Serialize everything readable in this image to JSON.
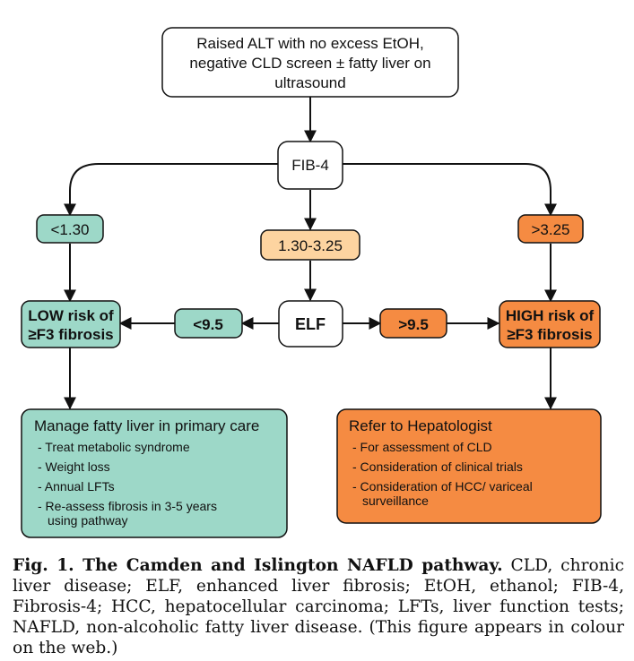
{
  "colors": {
    "low": "#9dd8c8",
    "mid": "#fdd4a0",
    "high": "#f58b42",
    "white": "#ffffff",
    "stroke": "#111111"
  },
  "nodes": {
    "start": [
      "Raised ALT with no excess EtOH,",
      "negative CLD screen ± fatty liver on",
      "ultrasound"
    ],
    "fib4": "FIB-4",
    "low_cut": "<1.30",
    "mid_range": "1.30-3.25",
    "high_cut": ">3.25",
    "elf": "ELF",
    "elf_low": "<9.5",
    "elf_high": ">9.5",
    "low_risk": [
      "LOW risk of",
      "≥F3 fibrosis"
    ],
    "high_risk": [
      "HIGH risk of",
      "≥F3 fibrosis"
    ],
    "primary_care": {
      "title": "Manage fatty liver in primary care",
      "items": [
        "- Treat metabolic syndrome",
        "- Weight loss",
        "- Annual LFTs",
        "- Re-assess fibrosis in 3-5 years",
        "using pathway"
      ]
    },
    "hepatologist": {
      "title": "Refer to Hepatologist",
      "items": [
        "- For assessment of CLD",
        "- Consideration of clinical trials",
        "- Consideration of HCC/ variceal",
        "surveillance"
      ]
    }
  },
  "caption": {
    "label": "Fig. 1. The Camden and Islington NAFLD pathway.",
    "text": " CLD, chronic liver disease; ELF, enhanced liver fibrosis; EtOH, ethanol; FIB-4, Fibrosis-4; HCC, hepatocellular carcinoma; LFTs, liver function tests; NAFLD, non-alcoholic fatty liver disease. (This figure appears in colour on the web.)"
  }
}
